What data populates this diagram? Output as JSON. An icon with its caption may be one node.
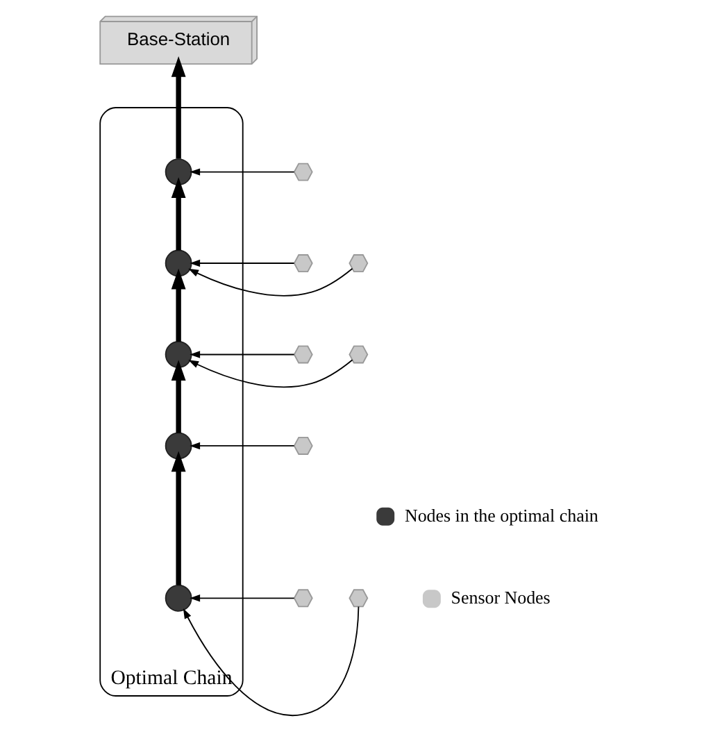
{
  "diagram": {
    "nodes": [
      {
        "text": [
          "Base-Station"
        ]
      },
      {
        "text": [
          "Optimal Chain"
        ]
      },
      {
        "text": [],
        "shape": "circle",
        "in": 1
      },
      {
        "text": [],
        "shape": "hexagon"
      },
      {
        "text": [],
        "shape": "hexagon"
      },
      {
        "text": [],
        "shape": "circle",
        "in": 1
      },
      {
        "text": [],
        "shape": "hexagon"
      },
      {
        "text": [],
        "shape": "hexagon"
      },
      {
        "text": [],
        "shape": "circle",
        "in": 1
      },
      {
        "text": [],
        "shape": "hexagon"
      },
      {
        "text": [],
        "shape": "circle",
        "in": 1
      },
      {
        "text": [],
        "shape": "hexagon"
      },
      {
        "text": [],
        "shape": "circle",
        "in": 1
      },
      {
        "text": [],
        "shape": "hexagon"
      },
      {
        "text": [],
        "shape": "hexagon"
      }
    ],
    "edges": [
      {
        "from": 2,
        "to": 0,
        "arrow": "to",
        "style": "thick"
      },
      {
        "from": 3,
        "to": 2,
        "arrow": "to"
      },
      {
        "from": 4,
        "to": 5,
        "arrow": "to"
      },
      {
        "from": 5,
        "to": 2,
        "arrow": "to",
        "style": "thick"
      },
      {
        "from": 7,
        "to": 5,
        "arrow": "to"
      },
      {
        "from": 6,
        "to": 8,
        "arrow": "to"
      },
      {
        "from": 8,
        "to": 5,
        "arrow": "to",
        "style": "thick"
      },
      {
        "from": 9,
        "to": 8,
        "arrow": "to"
      },
      {
        "from": 10,
        "to": 8,
        "arrow": "to",
        "style": "thick"
      },
      {
        "from": 11,
        "to": 10,
        "arrow": "to"
      },
      {
        "from": 12,
        "to": 10,
        "arrow": "to",
        "style": "thick"
      },
      {
        "from": 13,
        "to": 12,
        "arrow": "to"
      },
      {
        "from": 14,
        "to": 12,
        "arrow": "to"
      }
    ],
    "legend": [
      {
        "text": "Nodes in the optimal chain"
      },
      {
        "text": "Sensor Nodes"
      }
    ]
  }
}
